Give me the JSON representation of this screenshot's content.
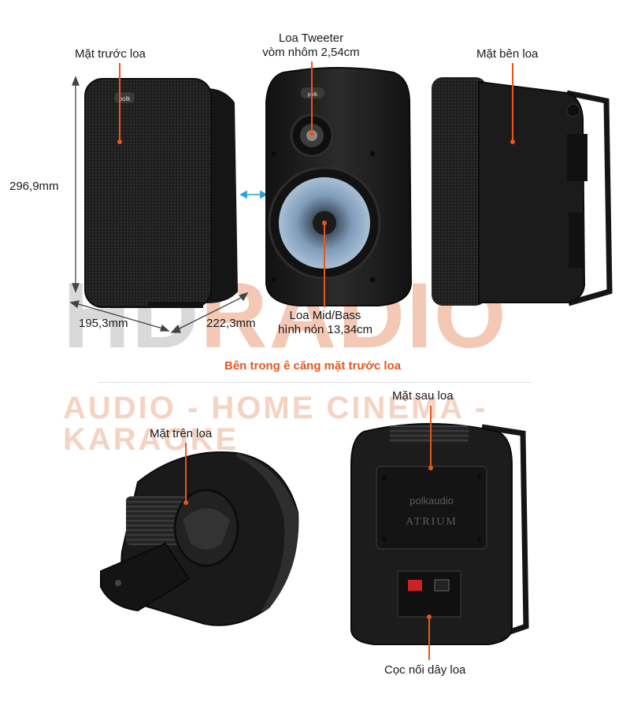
{
  "labels": {
    "front": "Mặt trước loa",
    "tweeter_line1": "Loa Tweeter",
    "tweeter_line2": "vòm nhôm 2,54cm",
    "side": "Mặt bên loa",
    "height": "296,9mm",
    "width": "195,3mm",
    "depth": "222,3mm",
    "midbass_line1": "Loa Mid/Bass",
    "midbass_line2": "hình nón 13,34cm",
    "grille_callout": "Bên trong ê căng mặt trước loa",
    "back": "Mặt sau loa",
    "top": "Mặt trên loa",
    "terminals": "Cọc nối dây loa"
  },
  "watermark": {
    "brand_part1": "HD",
    "brand_part2": "RADIO",
    "tagline": "AUDIO - HOME CINEMA - KARAOKE"
  },
  "speaker_print": {
    "logo": "polk",
    "back_logo": "polkaudio",
    "model": "ATRIUM"
  },
  "colors": {
    "accent": "#e8561e",
    "arrow_blue": "#2a9fd6",
    "speaker_body": "#1c1c1c",
    "woofer_cone": "#7f9bb8"
  }
}
